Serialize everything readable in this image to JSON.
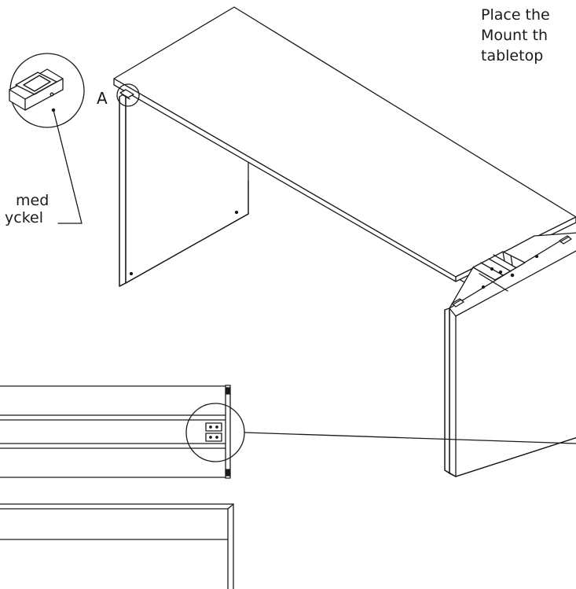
{
  "instructions": {
    "line1": "Place the",
    "line2": "Mount th",
    "line3": "tabletop"
  },
  "detail_label": "A",
  "callout": {
    "line1": "med",
    "line2": "yckel"
  },
  "colors": {
    "stroke": "#1a1a1a",
    "fill": "#ffffff",
    "background": "#ffffff"
  }
}
